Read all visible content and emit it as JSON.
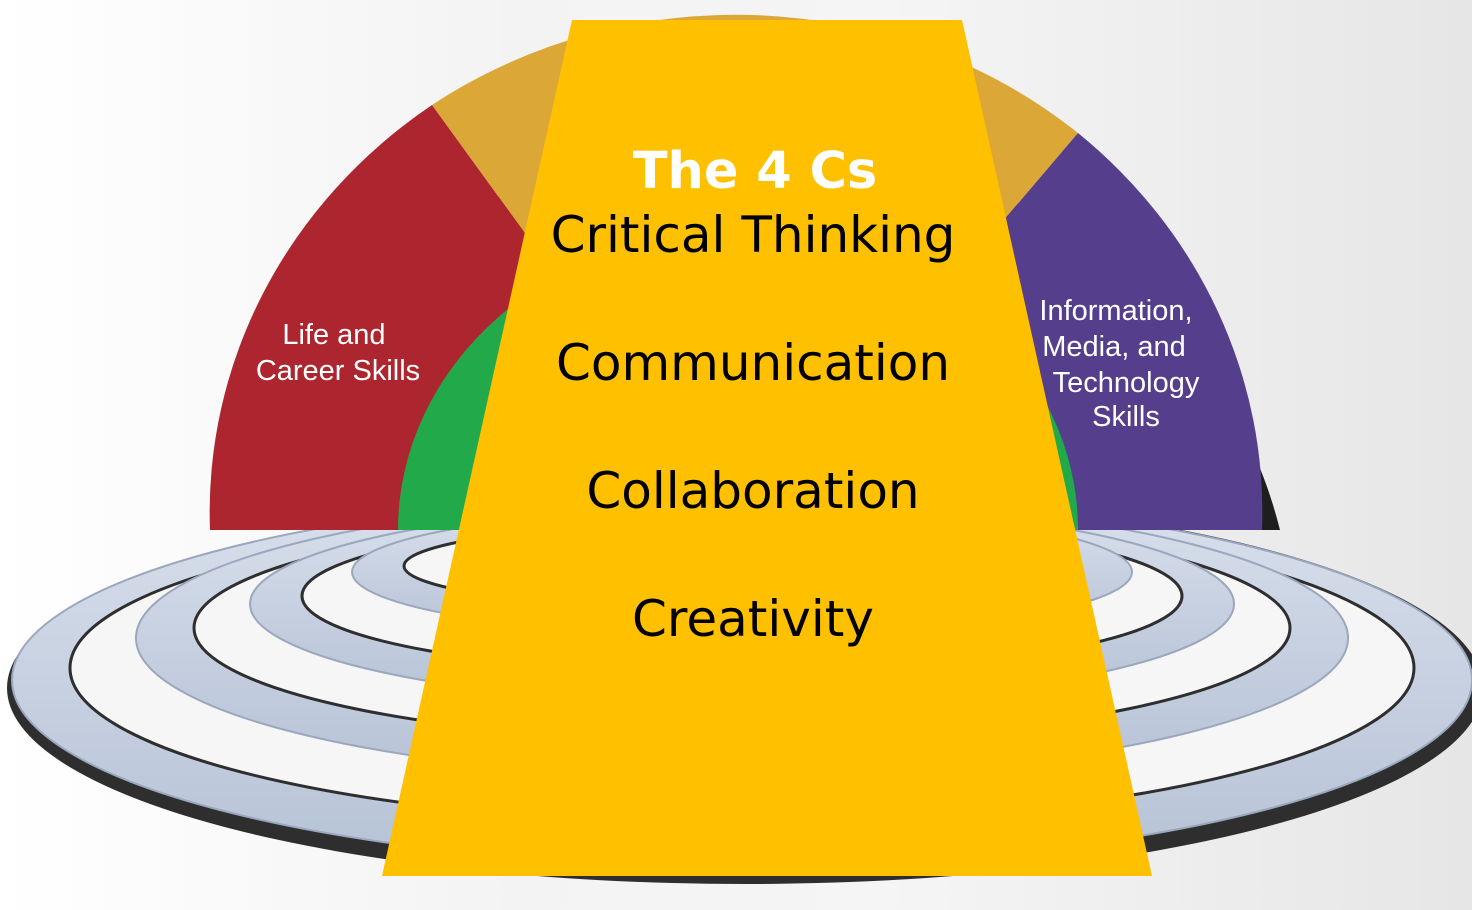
{
  "colors": {
    "background": "#f3f3f3",
    "ring_fill": "#c7d2e3",
    "ring_outline": "#2e2e2e",
    "life_career": "#ad262f",
    "learning_innovation": "#dba838",
    "info_media_tech": "#553e8c",
    "core_subjects": "#22aa4a",
    "trapezoid": "#ffc000",
    "title_text": "#ffffff",
    "item_text": "#000000",
    "segment_text": "#ffffff"
  },
  "panel": {
    "title": "The 4 Cs",
    "items": [
      "Critical Thinking",
      "Communication",
      "Collaboration",
      "Creativity"
    ]
  },
  "segments": {
    "left": {
      "lines": [
        "Life and",
        "Career Skills"
      ]
    },
    "right": {
      "lines": [
        "Information,",
        "Media, and",
        "Technology",
        "Skills"
      ]
    }
  }
}
